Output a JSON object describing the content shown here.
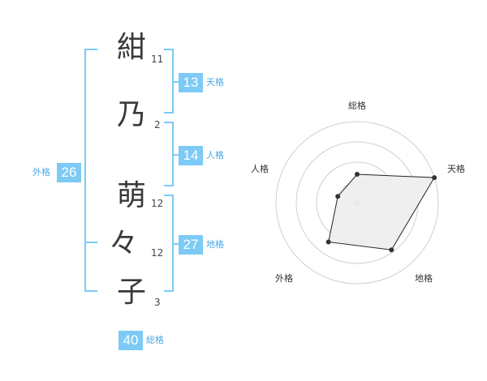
{
  "name_characters": [
    {
      "char": "紺",
      "strokes": "11"
    },
    {
      "char": "乃",
      "strokes": "2"
    },
    {
      "char": "萌",
      "strokes": "12"
    },
    {
      "char": "々",
      "strokes": "12"
    },
    {
      "char": "子",
      "strokes": "3"
    }
  ],
  "fortunes": {
    "tenkaku": {
      "value": "13",
      "label": "天格"
    },
    "jinkaku": {
      "value": "14",
      "label": "人格"
    },
    "chikaku": {
      "value": "27",
      "label": "地格"
    },
    "gaikaku": {
      "value": "26",
      "label": "外格"
    },
    "soukaku": {
      "value": "40",
      "label": "総格"
    }
  },
  "chart_data": {
    "type": "radar",
    "axes": [
      "総格",
      "天格",
      "地格",
      "外格",
      "人格"
    ],
    "values": [
      0.35,
      1.0,
      0.72,
      0.6,
      0.25
    ],
    "range": [
      0,
      1
    ],
    "rings": 4,
    "colors": {
      "accent": "#7ccaf5",
      "fill": "#ededed",
      "line": "#222222",
      "ring": "#cfcfcf"
    }
  }
}
